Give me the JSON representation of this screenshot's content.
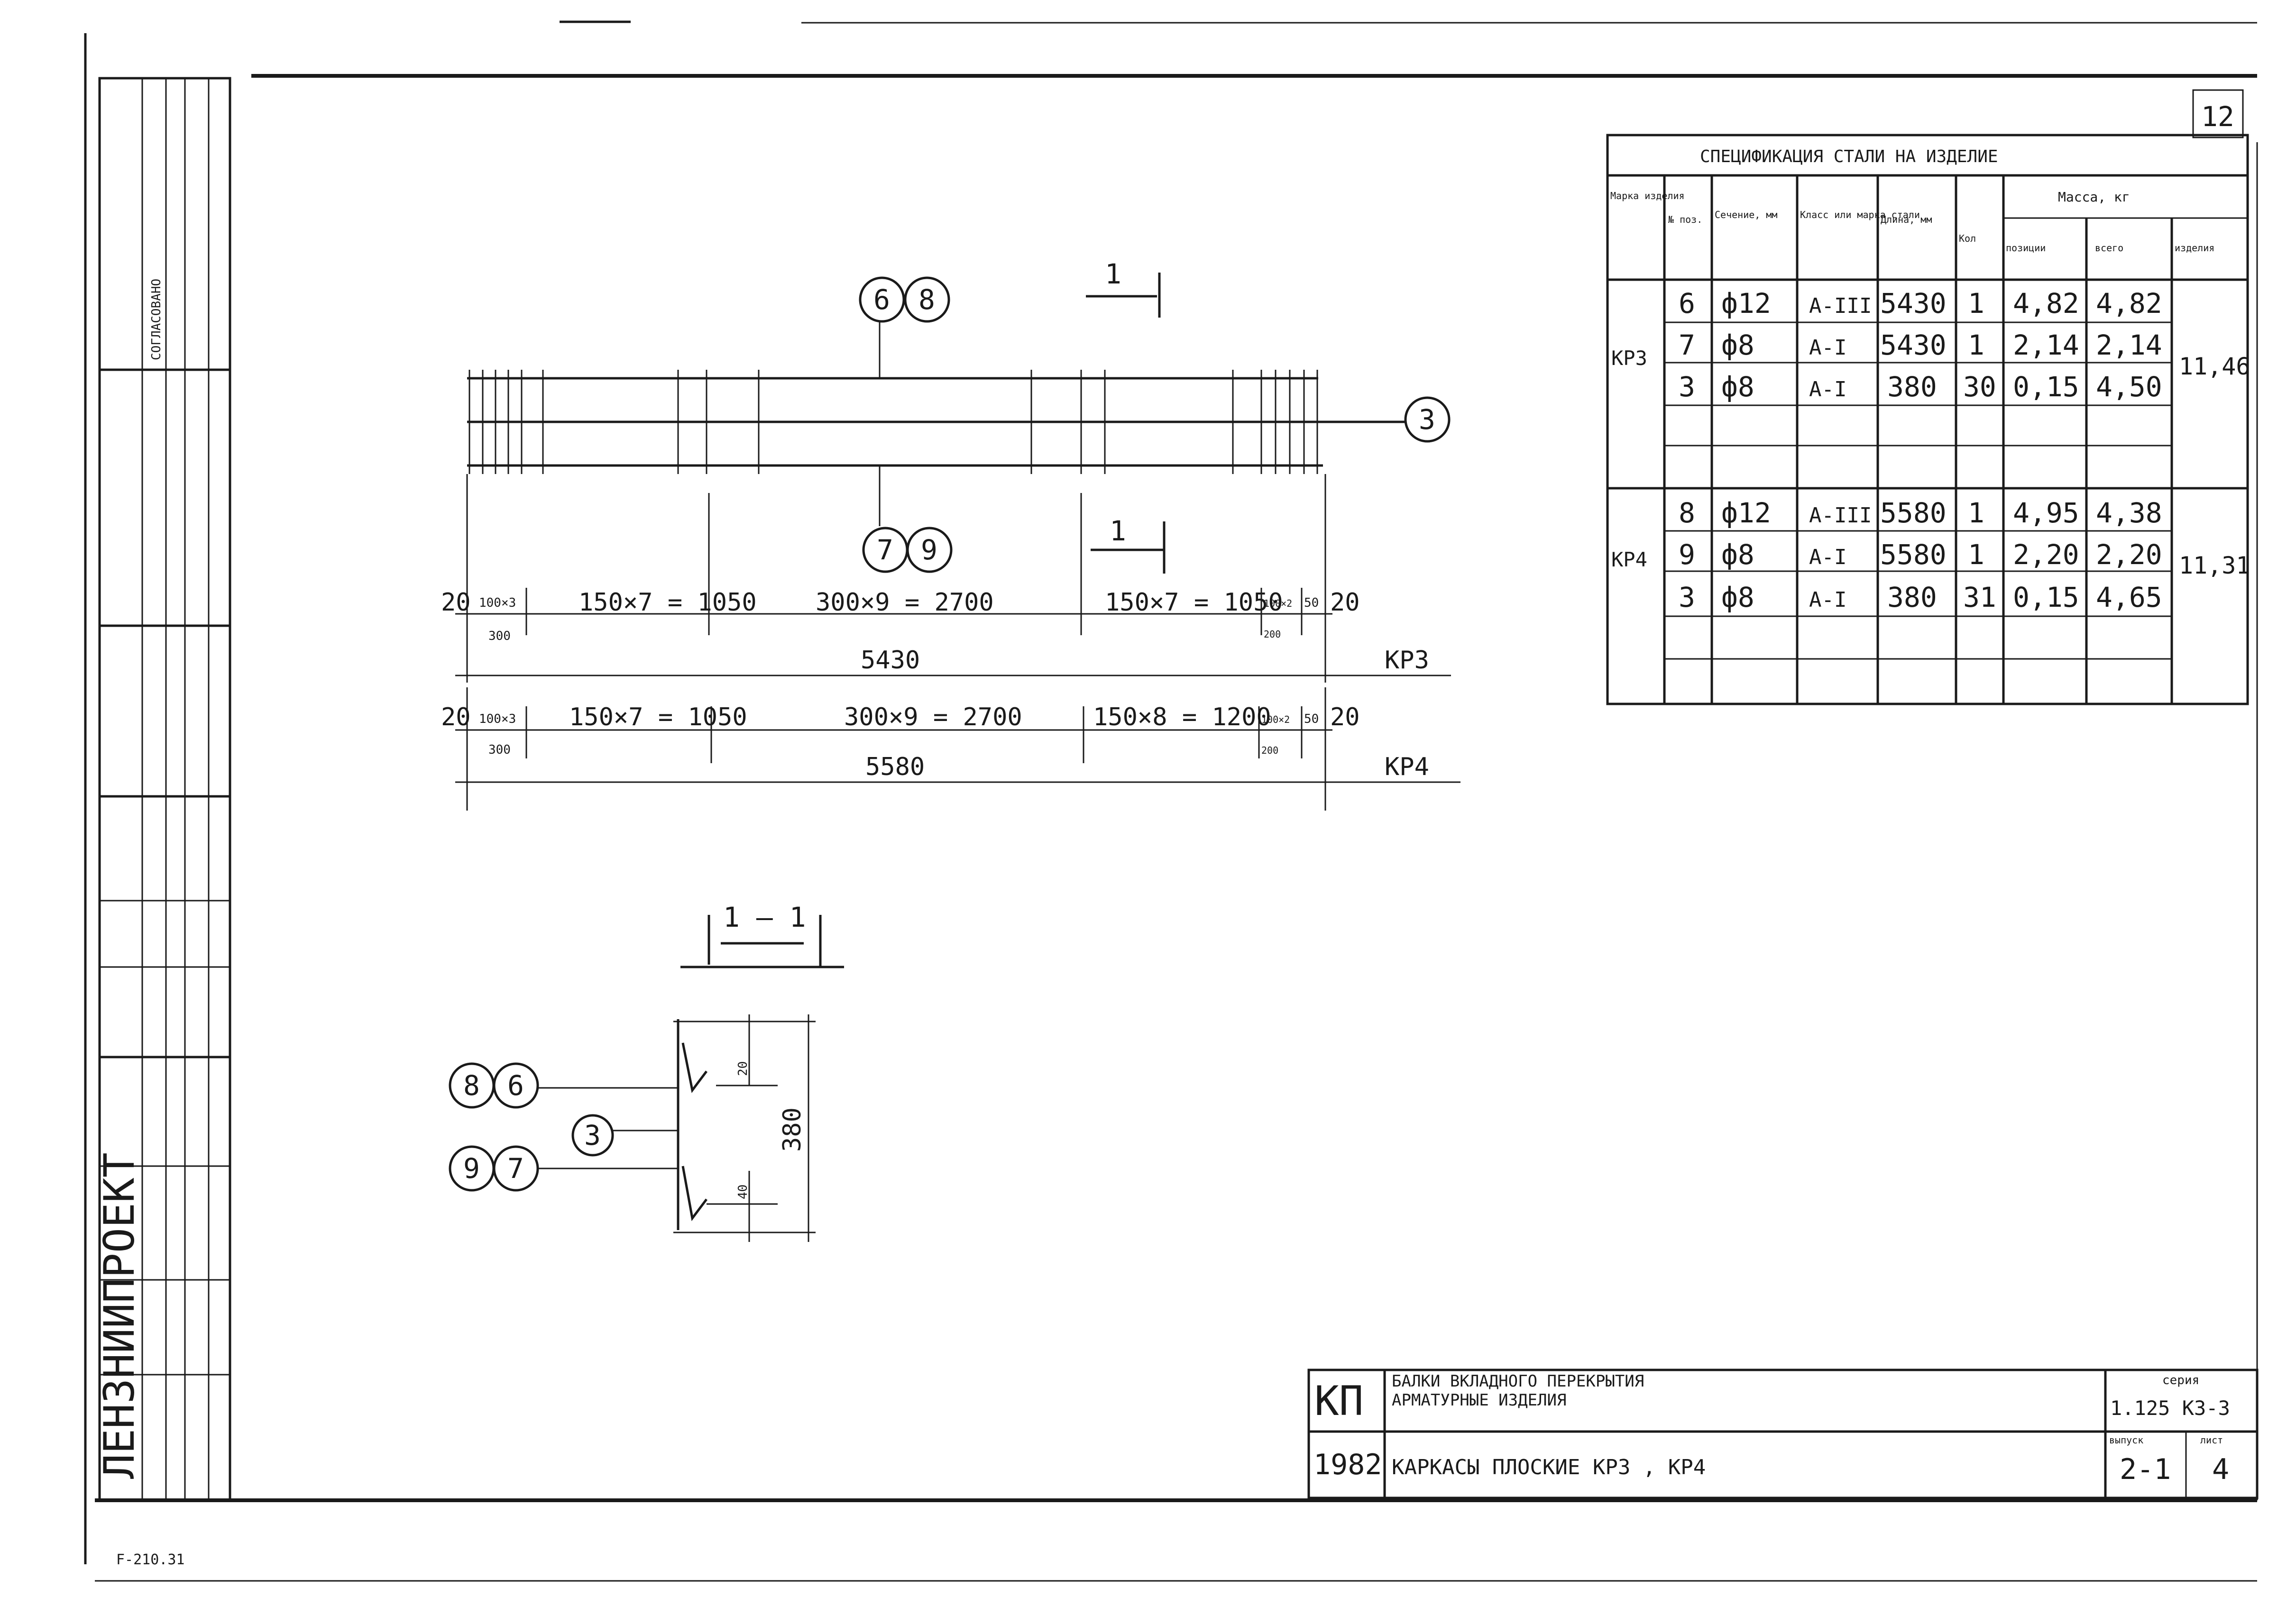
{
  "sheet_number": "12",
  "bottom_left_code": "F-210.31",
  "organization": "ЛЕНЗНИИПРОЕКТ",
  "spec_table": {
    "title": "СПЕЦИФИКАЦИЯ СТАЛИ НА ИЗДЕЛИЕ",
    "headers": {
      "mark": "Марка изделия",
      "pos": "№ поз.",
      "section": "Сечение, мм",
      "steel_class": "Класс или марка стали",
      "length": "Длина, мм",
      "qty": "Кол",
      "mass_group": "Масса, кг",
      "mass_pos": "позиции",
      "mass_total": "всего",
      "mass_item": "изделия"
    },
    "groups": [
      {
        "mark": "КР3",
        "item_mass": "11,46",
        "rows": [
          {
            "pos": "6",
            "section": "ф12",
            "cls": "А-III",
            "length": "5430",
            "qty": "1",
            "m_pos": "4,82",
            "m_total": "4,82"
          },
          {
            "pos": "7",
            "section": "ф8",
            "cls": "А-I",
            "length": "5430",
            "qty": "1",
            "m_pos": "2,14",
            "m_total": "2,14"
          },
          {
            "pos": "3",
            "section": "ф8",
            "cls": "А-I",
            "length": "380",
            "qty": "30",
            "m_pos": "0,15",
            "m_total": "4,50"
          }
        ]
      },
      {
        "mark": "КР4",
        "item_mass": "11,31",
        "rows": [
          {
            "pos": "8",
            "section": "ф12",
            "cls": "А-III",
            "length": "5580",
            "qty": "1",
            "m_pos": "4,95",
            "m_total": "4,38"
          },
          {
            "pos": "9",
            "section": "ф8",
            "cls": "А-I",
            "length": "5580",
            "qty": "1",
            "m_pos": "2,20",
            "m_total": "2,20"
          },
          {
            "pos": "3",
            "section": "ф8",
            "cls": "А-I",
            "length": "380",
            "qty": "31",
            "m_pos": "0,15",
            "m_total": "4,65"
          }
        ]
      }
    ]
  },
  "elevation": {
    "callout_top": [
      "6",
      "8"
    ],
    "callout_bottom": [
      "7",
      "9"
    ],
    "callout_right": "3",
    "section_mark": "1",
    "kr3": {
      "mark": "КР3",
      "end_left": "20",
      "end_right": "20",
      "seg1_top": "100×3",
      "seg1_bottom": "300",
      "seg2": "150×7 = 1050",
      "seg3": "300×9 = 2700",
      "seg4": "150×7 = 1050",
      "seg5_top": "100×2",
      "seg5_bottom": "200",
      "seg6": "50",
      "total": "5430"
    },
    "kr4": {
      "mark": "КР4",
      "end_left": "20",
      "end_right": "20",
      "seg1_top": "100×3",
      "seg1_bottom": "300",
      "seg2": "150×7 = 1050",
      "seg3": "300×9 = 2700",
      "seg4": "150×8 = 1200",
      "seg5_top": "100×2",
      "seg5_bottom": "200",
      "seg6": "50",
      "total": "5580"
    }
  },
  "section": {
    "title": "1 — 1",
    "callout_upper": [
      "8",
      "6"
    ],
    "callout_mid": "3",
    "callout_lower": [
      "9",
      "7"
    ],
    "dim_top": "20",
    "dim_bottom": "40",
    "dim_height": "380"
  },
  "title_block": {
    "code": "КП",
    "year": "1982",
    "line1": "БАЛКИ ВКЛАДНОГО ПЕРЕКРЫТИЯ",
    "line1b": "АРМАТУРНЫЕ ИЗДЕЛИЯ",
    "line2": "КАРКАСЫ ПЛОСКИЕ КР3 , КР4",
    "series_label": "серия",
    "series_value": "1.125 КЗ-3",
    "issue_label": "выпуск",
    "issue_value": "2-1",
    "sheet_label": "лист",
    "sheet_value": "4"
  },
  "left_strip": {
    "stamp_text": "СОГЛАСОВАНО"
  }
}
